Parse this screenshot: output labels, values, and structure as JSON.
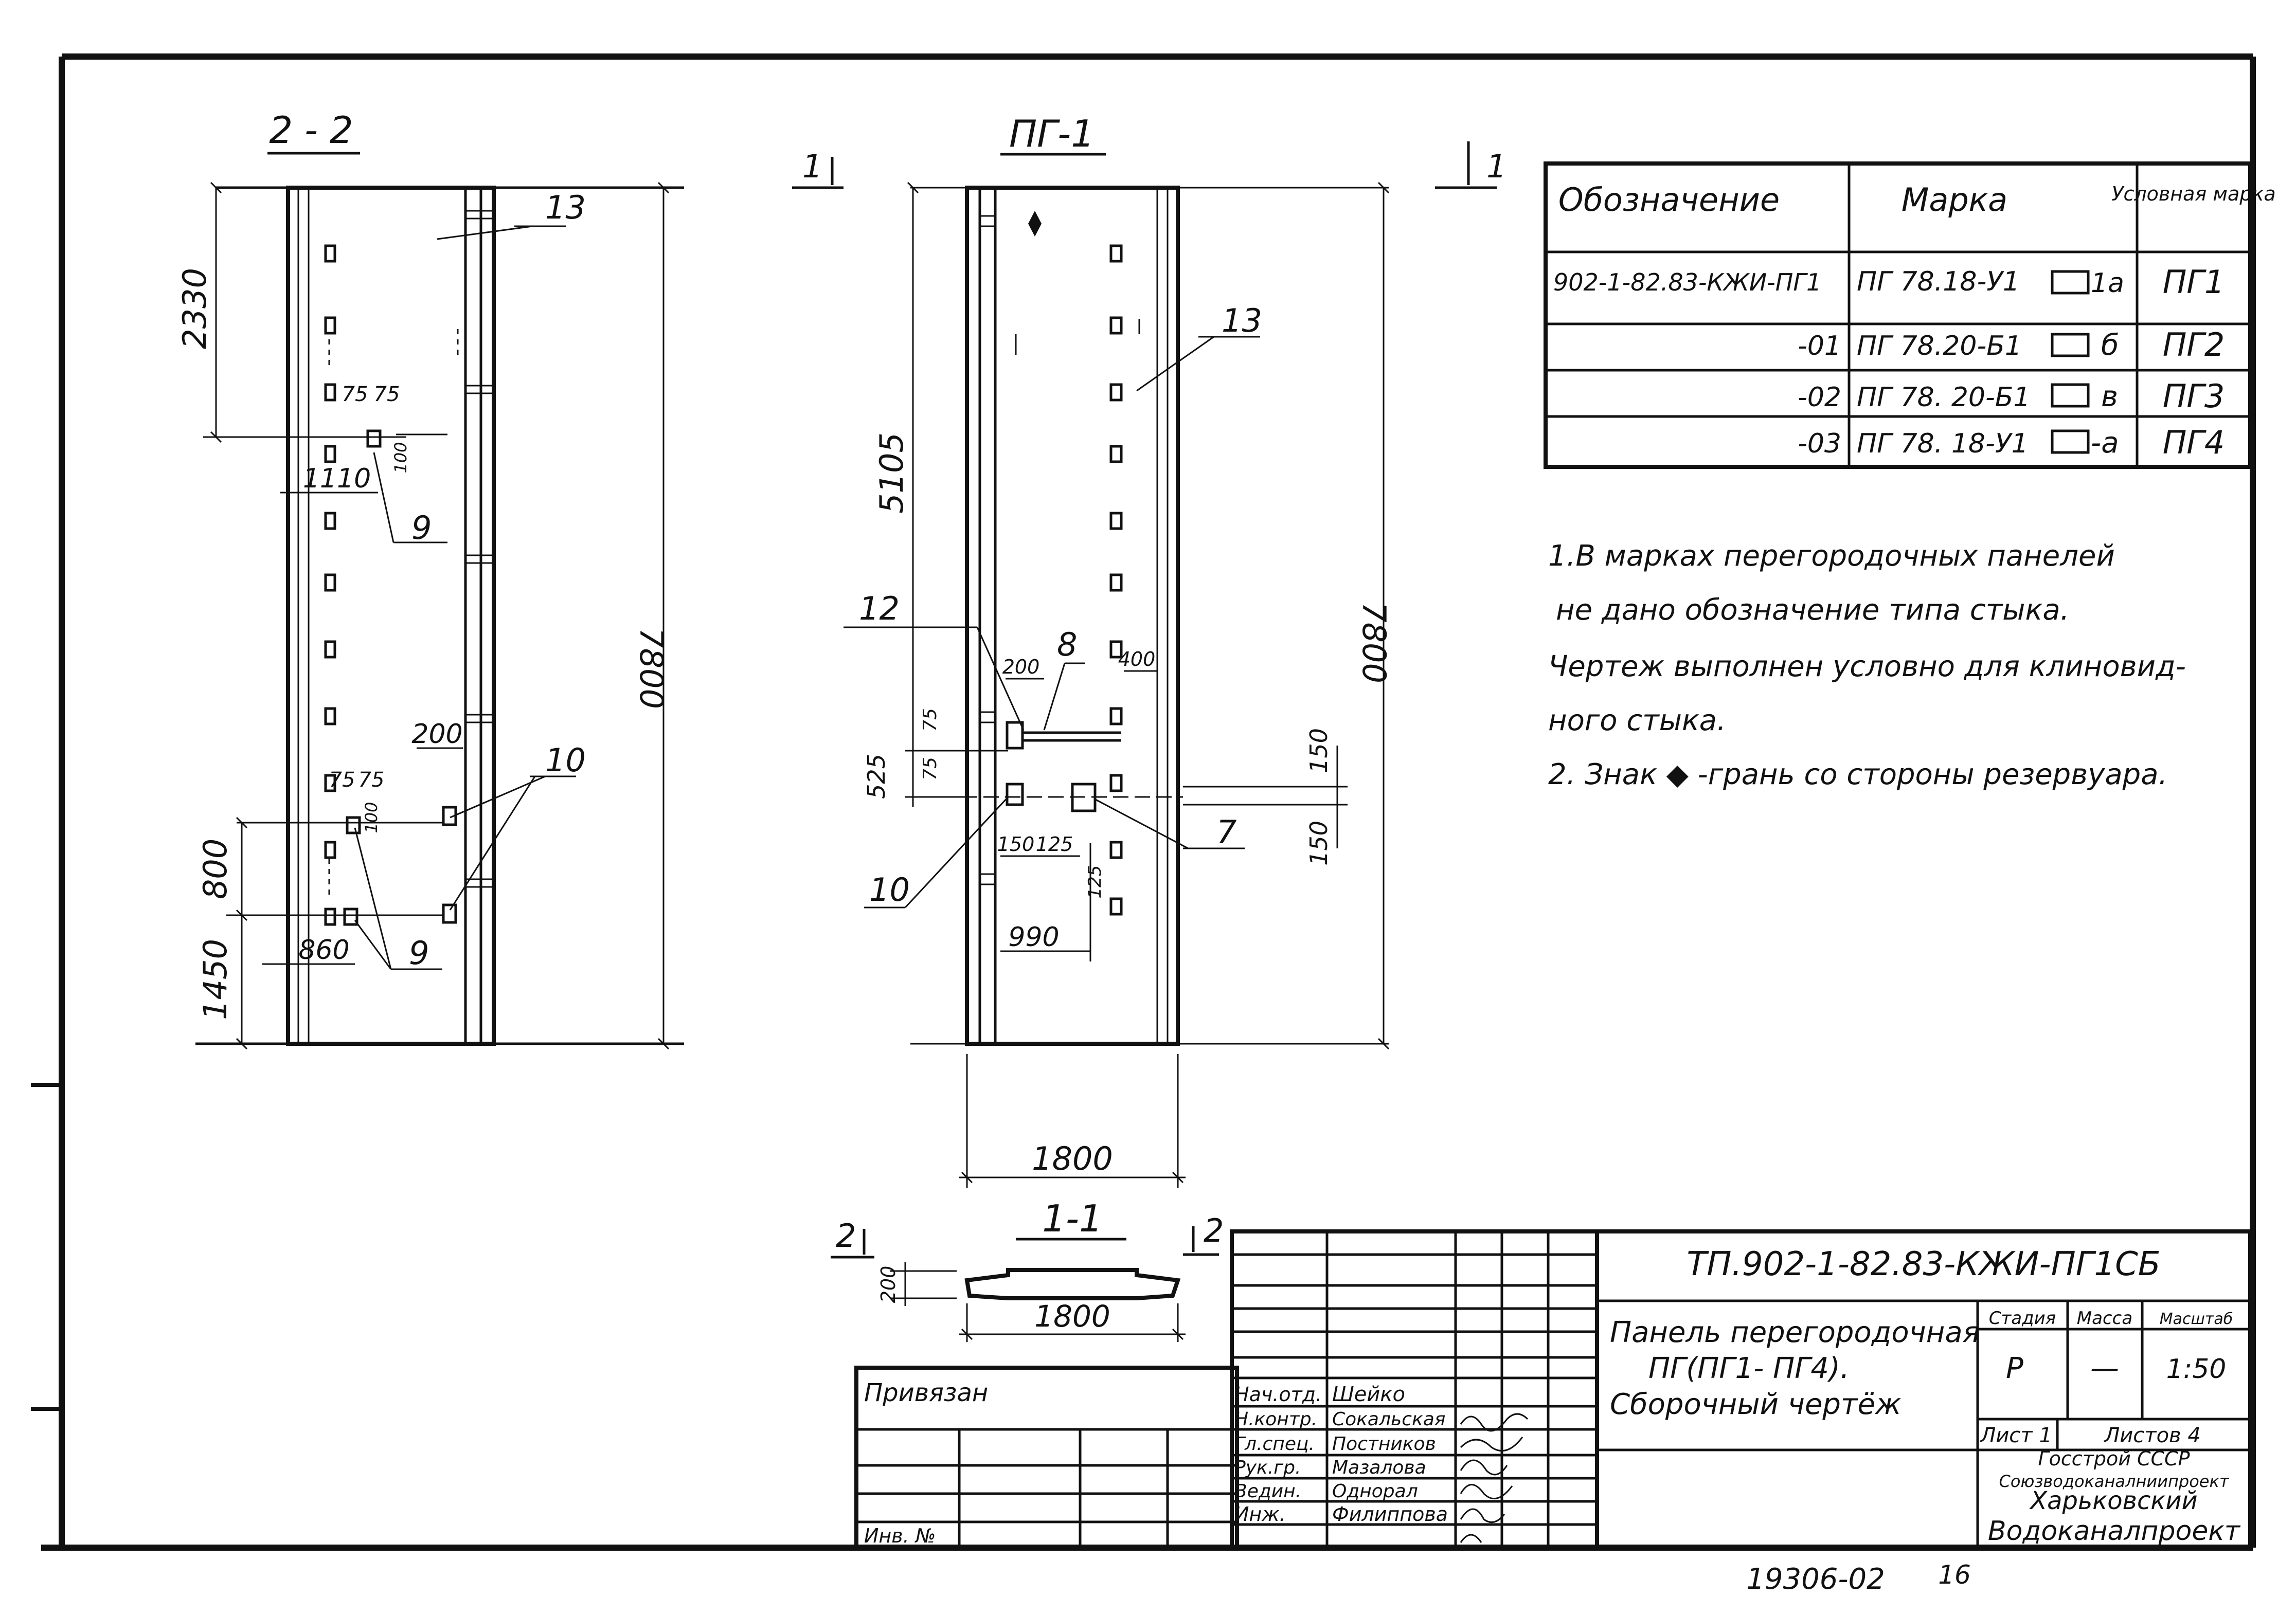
{
  "views": {
    "section22": {
      "title": "2 - 2",
      "dims": [
        "2330",
        "7800",
        "1110",
        "75",
        "75",
        "100",
        "200",
        "75",
        "75",
        "100",
        "800",
        "1450",
        "860"
      ],
      "callouts": [
        "13",
        "9",
        "10",
        "9"
      ]
    },
    "panel": {
      "title": "ПГ-1",
      "cut_left": "1",
      "cut_right": "1",
      "dims": [
        "5105",
        "7800",
        "525",
        "75",
        "75",
        "200",
        "400",
        "150",
        "125",
        "125",
        "990",
        "150",
        "150",
        "1800"
      ],
      "callouts": [
        "13",
        "12",
        "8",
        "10",
        "7"
      ]
    },
    "section11": {
      "title": "1-1",
      "cut_left": "2",
      "cut_right": "2",
      "dims": [
        "200",
        "1800"
      ]
    }
  },
  "mark_table": {
    "headers": [
      "Обозначение",
      "Марка",
      "Условная марка"
    ],
    "rows": [
      {
        "designation": "902-1-82.83-КЖИ-ПГ1",
        "mark": "ПГ 78.18-У1",
        "sym": "1а",
        "cond": "ПГ1"
      },
      {
        "designation": "-01",
        "mark": "ПГ 78.20-Б1",
        "sym": "б",
        "cond": "ПГ2"
      },
      {
        "designation": "-02",
        "mark": "ПГ 78. 20-Б1",
        "sym": "в",
        "cond": "ПГ3"
      },
      {
        "designation": "-03",
        "mark": "ПГ 78. 18-У1",
        "sym": "-а",
        "cond": "ПГ4"
      }
    ]
  },
  "notes": [
    "1.В марках перегородочных панелей",
    "не дано обозначение типа стыка.",
    "Чертеж выполнен условно для клиновид-",
    "ного стыка.",
    "2. Знак ◆ -грань со стороны резервуара."
  ],
  "title_block": {
    "code": "ТП.902-1-82.83-КЖИ-ПГ1СБ",
    "name_lines": [
      "Панель перегородочная",
      "ПГ(ПГ1- ПГ4).",
      "Сборочный чертёж"
    ],
    "stage_label": "Стадия",
    "mass_label": "Масса",
    "scale_label": "Масштаб",
    "stage": "Р",
    "mass": "—",
    "scale": "1:50",
    "sheet": "Лист 1",
    "sheets": "Листов 4",
    "org_lines": [
      "Госстрой СССР",
      "Союзводоканалниипроект",
      "Харьковский",
      "Водоканалпроект"
    ],
    "signers": [
      {
        "role": "Нач.отд.",
        "name": "Шейко"
      },
      {
        "role": "Н.контр.",
        "name": "Сокальская"
      },
      {
        "role": "Гл.спец.",
        "name": "Постников"
      },
      {
        "role": "Рук.гр.",
        "name": "Мазалова"
      },
      {
        "role": "Ведин.",
        "name": "Однорал"
      },
      {
        "role": "Инж.",
        "name": "Филиппова"
      }
    ],
    "bound_label": "Привязан",
    "inv_label": "Инв. №"
  },
  "sheet_number": "19306-02",
  "page_number": "16"
}
